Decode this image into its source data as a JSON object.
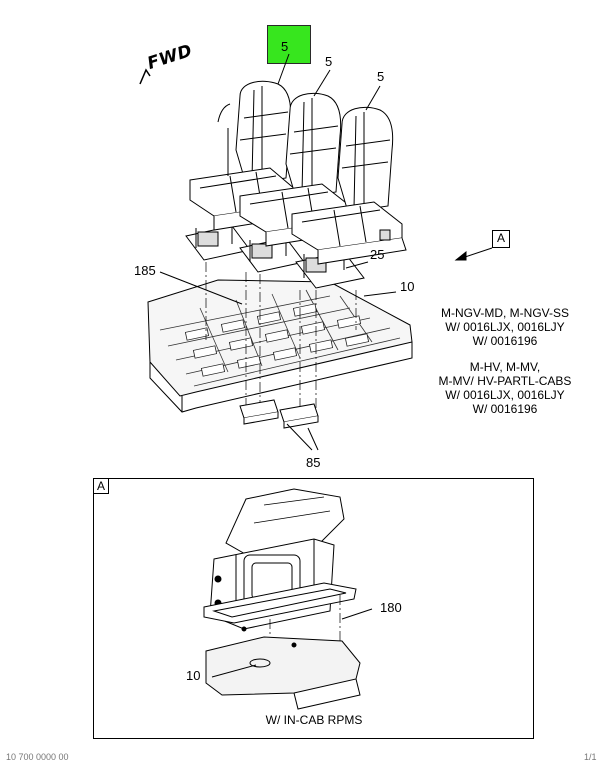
{
  "header": {
    "fwd_label": "FWD"
  },
  "callouts": {
    "seat_a": "5",
    "seat_b": "5",
    "seat_c": "5",
    "riser": "25",
    "floor": "10",
    "mount": "185",
    "pads": "85",
    "detail_plate": "180",
    "detail_floor": "10"
  },
  "view_ref": {
    "main": "A",
    "detail": "A"
  },
  "notes": {
    "block1": [
      "M-NGV-MD, M-NGV-SS",
      "W/ 0016LJX, 0016LJY",
      "W/ 0016196"
    ],
    "block2": [
      "M-HV, M-MV,",
      "M-MV/ HV-PARTL-CABS",
      "W/ 0016LJX, 0016LJY",
      "W/ 0016196"
    ]
  },
  "detail_caption": "W/ IN-CAB RPMS",
  "footer": {
    "left": "10 700 0000 00",
    "right": "1/1"
  },
  "colors": {
    "highlight": "#37e61e",
    "line": "#000000"
  }
}
